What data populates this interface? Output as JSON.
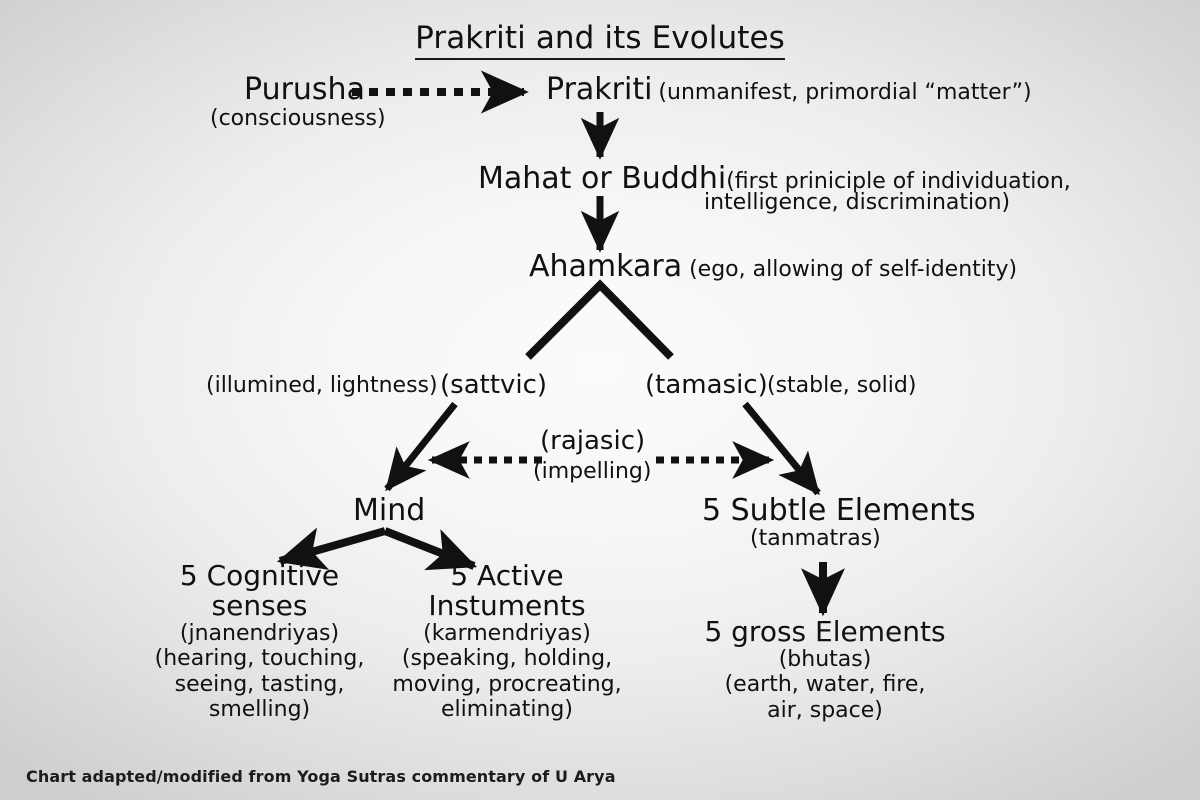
{
  "title": "Prakriti and its Evolutes",
  "credit": "Chart adapted/modified from Yoga Sutras commentary of U Arya",
  "colors": {
    "ink": "#111111",
    "background_center": "#fbfbfb",
    "background_edge": "#cecece",
    "arrow": "#111111"
  },
  "nodes": {
    "purusha": {
      "label": "Purusha",
      "sub": "(consciousness)"
    },
    "prakriti": {
      "label": "Prakriti",
      "sub": "(unmanifest, primordial “matter”)"
    },
    "mahat": {
      "label": "Mahat or Buddhi",
      "sub": "(first priniciple of individuation,",
      "sub2": "intelligence, discrimination)"
    },
    "ahamkara": {
      "label": "Ahamkara",
      "sub": "(ego, allowing of self-identity)"
    },
    "sattvic": {
      "label": "(sattvic)",
      "desc": "(illumined, lightness)"
    },
    "tamasic": {
      "label": "(tamasic)",
      "desc": "(stable, solid)"
    },
    "rajasic": {
      "label": "(rajasic)",
      "sub": "(impelling)"
    },
    "mind": {
      "label": "Mind"
    },
    "subtle_elements": {
      "label": "5 Subtle Elements",
      "sub": "(tanmatras)"
    },
    "gross_elements": {
      "label": "5 gross Elements",
      "sub": "(bhutas)",
      "sub2": "(earth, water, fire,",
      "sub3": "air, space)"
    },
    "cognitive_senses": {
      "line1": "5 Cognitive",
      "line2": "senses",
      "sub": "(jnanendriyas)",
      "sub2": "(hearing, touching,",
      "sub3": "seeing, tasting,",
      "sub4": "smelling)"
    },
    "active_instruments": {
      "line1": "5 Active",
      "line2": "Instuments",
      "sub": "(karmendriyas)",
      "sub2": "(speaking, holding,",
      "sub3": "moving, procreating,",
      "sub4": "eliminating)"
    }
  },
  "connectors": [
    {
      "name": "purusha-to-prakriti",
      "style": "dotted",
      "direction": "right"
    },
    {
      "name": "prakriti-to-mahat",
      "style": "solid",
      "direction": "down"
    },
    {
      "name": "mahat-to-ahamkara",
      "style": "solid",
      "direction": "down"
    },
    {
      "name": "ahamkara-split-left",
      "style": "solid",
      "direction": "down-left"
    },
    {
      "name": "ahamkara-split-right",
      "style": "solid",
      "direction": "down-right"
    },
    {
      "name": "sattvic-to-mind",
      "style": "solid",
      "direction": "down-left"
    },
    {
      "name": "tamasic-to-subtle-elements",
      "style": "solid",
      "direction": "down-right"
    },
    {
      "name": "rajasic-to-sattvic-branch",
      "style": "dotted",
      "direction": "left"
    },
    {
      "name": "rajasic-to-tamasic-branch",
      "style": "dotted",
      "direction": "right"
    },
    {
      "name": "mind-to-cognitive-senses",
      "style": "solid",
      "direction": "down-left"
    },
    {
      "name": "mind-to-active-instruments",
      "style": "solid",
      "direction": "down-right"
    },
    {
      "name": "subtle-to-gross-elements",
      "style": "solid",
      "direction": "down"
    }
  ]
}
